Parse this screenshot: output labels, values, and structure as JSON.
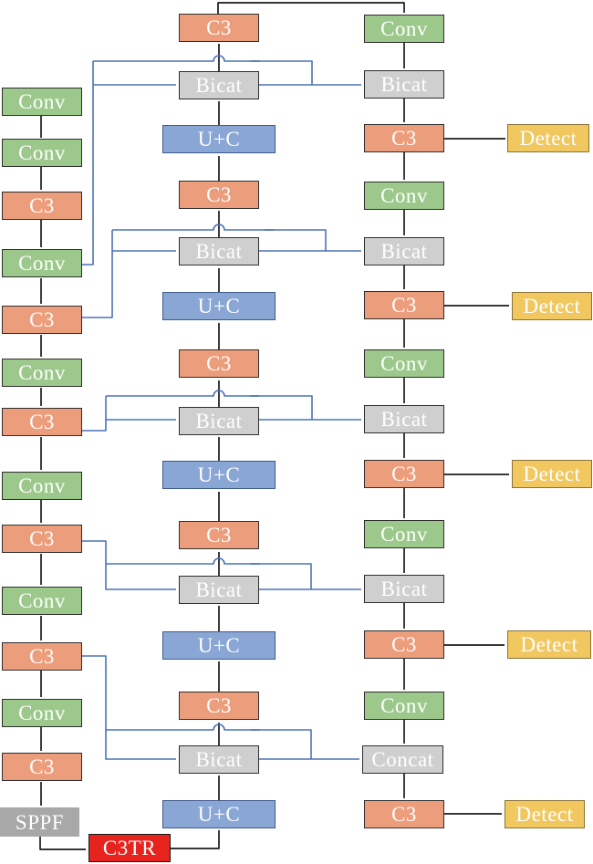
{
  "backbone": [
    "Conv",
    "Conv",
    "C3",
    "Conv",
    "C3",
    "Conv",
    "C3",
    "Conv",
    "C3",
    "Conv",
    "C3",
    "Conv",
    "C3",
    "SPPF",
    "C3TR"
  ],
  "neck": [
    "C3",
    "Bicat",
    "U+C",
    "C3",
    "Bicat",
    "U+C",
    "C3",
    "Bicat",
    "U+C",
    "C3",
    "Bicat",
    "U+C",
    "C3",
    "Bicat",
    "U+C"
  ],
  "head": [
    "Conv",
    "Bicat",
    "C3",
    "Conv",
    "Bicat",
    "C3",
    "Conv",
    "Bicat",
    "C3",
    "Conv",
    "Bicat",
    "C3",
    "Conv",
    "Concat",
    "C3"
  ],
  "detect": [
    "Detect",
    "Detect",
    "Detect",
    "Detect",
    "Detect"
  ],
  "colors": {
    "conv": "#9cc98b",
    "c3": "#ec9d7b",
    "bicat": "#cfcfcf",
    "upsample_concat_block": "#89a6d4",
    "sppf": "#a8a8a8",
    "c3tr": "#e6231d",
    "detect": "#f1c75f",
    "flow_arrow": "#1b1b1b",
    "skip_arrow": "#4a72b5"
  }
}
